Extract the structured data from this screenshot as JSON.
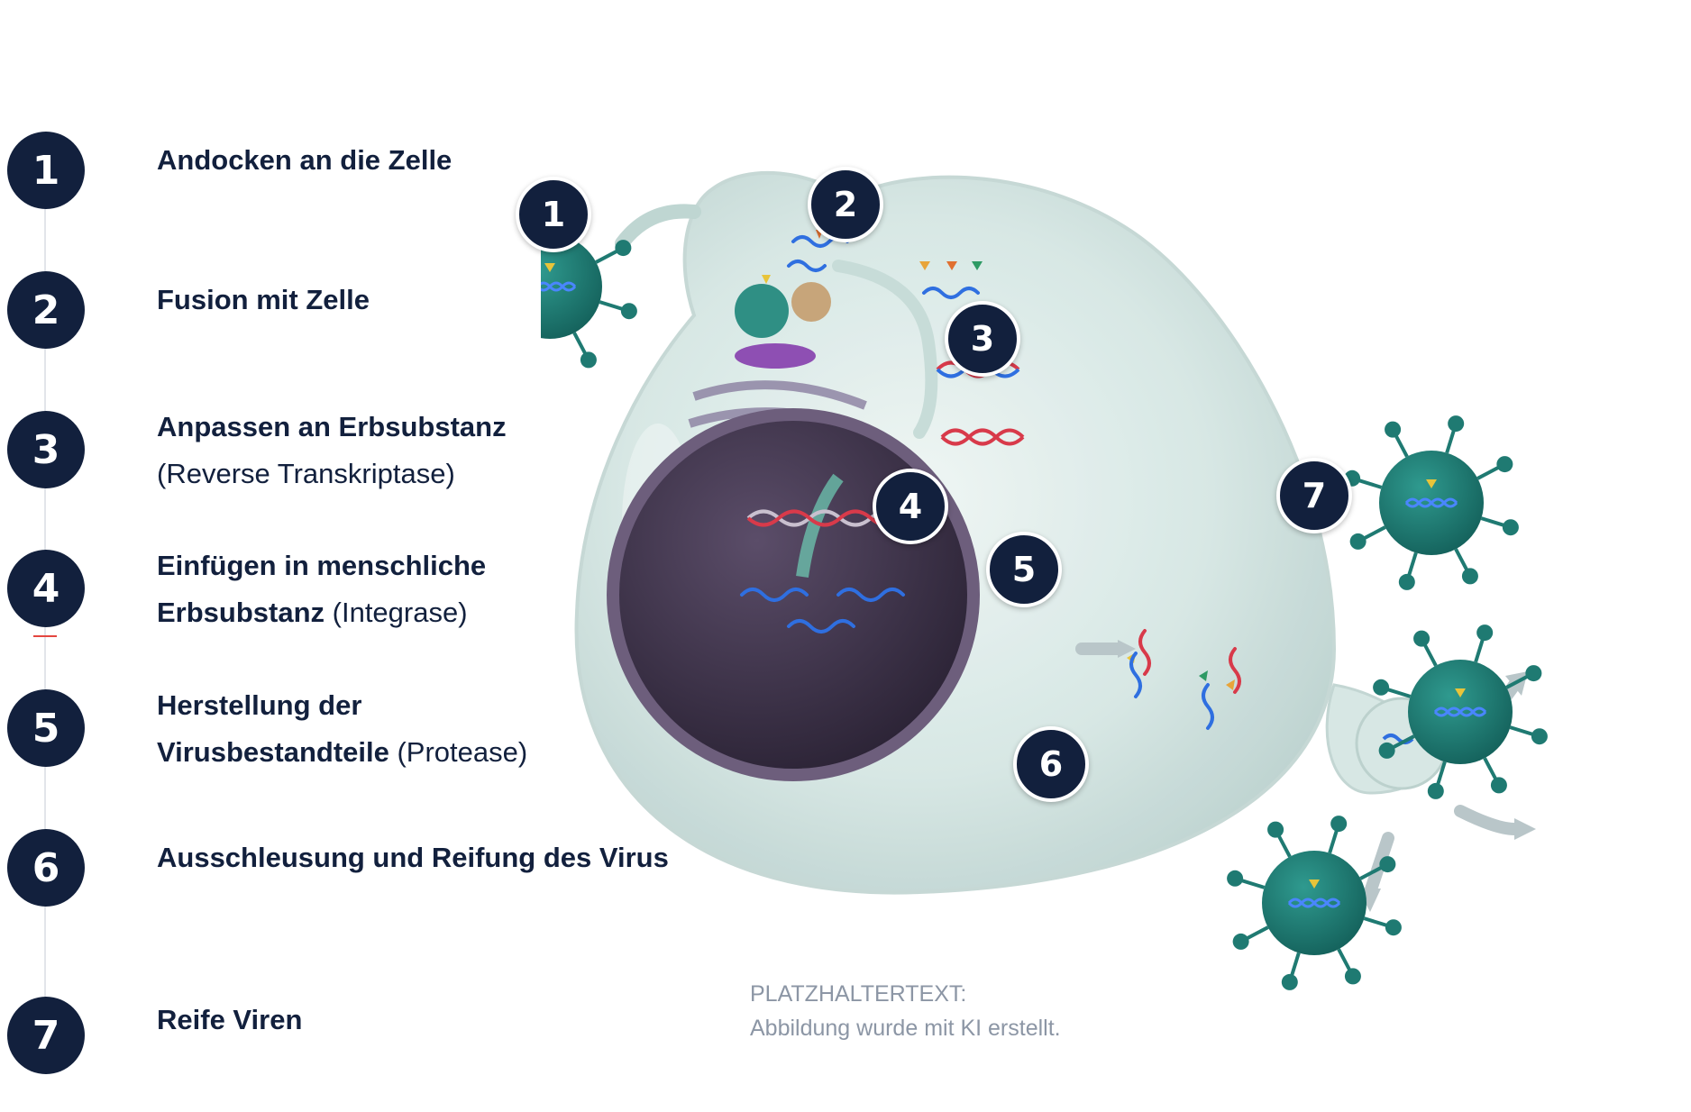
{
  "steps": [
    {
      "number": "1",
      "title": "Andocken an die Zelle"
    },
    {
      "number": "2",
      "title": "Fusion mit Zelle"
    },
    {
      "number": "3",
      "title": "Anpassen an Erbsubstanz",
      "line2": "(Reverse Transkriptase)"
    },
    {
      "number": "4",
      "title": "Einfügen in menschliche",
      "title2": "Erbsubstanz",
      "suffix": " (Integrase)"
    },
    {
      "number": "5",
      "title": "Herstellung der",
      "title2": "Virusbestandteile",
      "suffix": " (Protease)"
    },
    {
      "number": "6",
      "title": "Ausschleusung und Reifung des Virus"
    },
    {
      "number": "7",
      "title": "Reife Viren"
    }
  ],
  "callouts": [
    "1",
    "2",
    "3",
    "4",
    "5",
    "6",
    "7"
  ],
  "note": {
    "line1": "PLATZHALTERTEXT:",
    "line2": "Abbildung wurde mit KI erstellt."
  },
  "colors": {
    "navy": "#12203d",
    "virus": "#1f7a72",
    "cell": "#cfe3e0",
    "nucleus": "#3b3047",
    "rna": "#2f6fe0",
    "dna_red": "#d83a4a"
  }
}
